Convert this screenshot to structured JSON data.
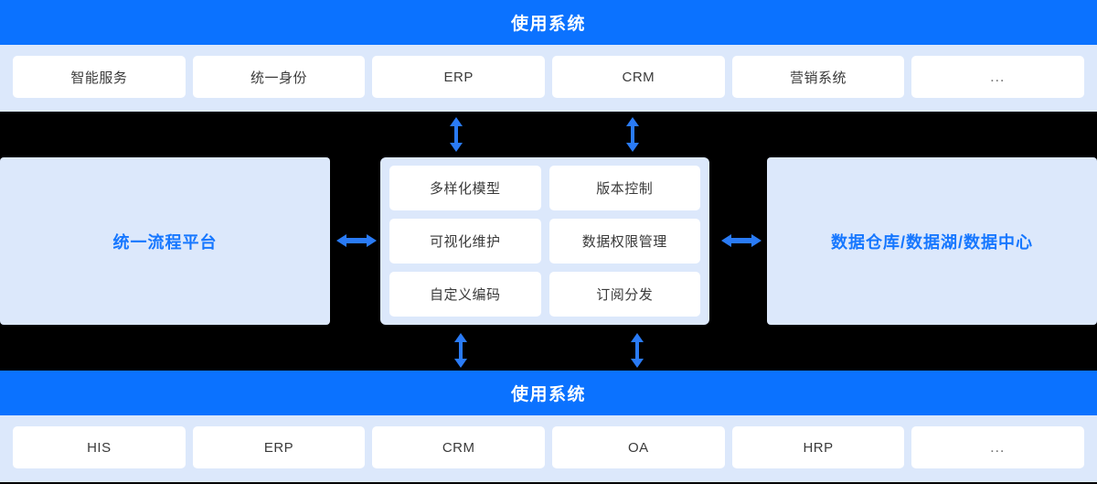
{
  "colors": {
    "banner_blue": "#0B72FF",
    "tray_light_blue": "#DCE8FB",
    "card_white": "#FFFFFF",
    "accent_text_blue": "#1677FF",
    "arrow_blue": "#2A7BF6",
    "body_text": "#3A3A3A",
    "page_background": "#000000"
  },
  "top_section": {
    "banner_title": "使用系统",
    "systems": [
      {
        "label": "智能服务"
      },
      {
        "label": "统一身份"
      },
      {
        "label": "ERP"
      },
      {
        "label": "CRM"
      },
      {
        "label": "营销系统"
      },
      {
        "label": "…"
      }
    ]
  },
  "middle_section": {
    "left_panel": {
      "label": "统一流程平台"
    },
    "right_panel": {
      "label": "数据仓库/数据湖/数据中心"
    },
    "center_panel": {
      "features": [
        {
          "label": "多样化模型"
        },
        {
          "label": "版本控制"
        },
        {
          "label": "可视化维护"
        },
        {
          "label": "数据权限管理"
        },
        {
          "label": "自定义编码"
        },
        {
          "label": "订阅分发"
        }
      ]
    }
  },
  "bottom_section": {
    "banner_title": "使用系统",
    "systems": [
      {
        "label": "HIS"
      },
      {
        "label": "ERP"
      },
      {
        "label": "CRM"
      },
      {
        "label": "OA"
      },
      {
        "label": "HRP"
      },
      {
        "label": "…"
      }
    ]
  },
  "connectors": {
    "vertical_top_left": "bidirectional-vertical-arrow",
    "vertical_top_right": "bidirectional-vertical-arrow",
    "vertical_bottom_left": "bidirectional-vertical-arrow",
    "vertical_bottom_right": "bidirectional-vertical-arrow",
    "horizontal_left": "bidirectional-horizontal-arrow",
    "horizontal_right": "bidirectional-horizontal-arrow"
  }
}
